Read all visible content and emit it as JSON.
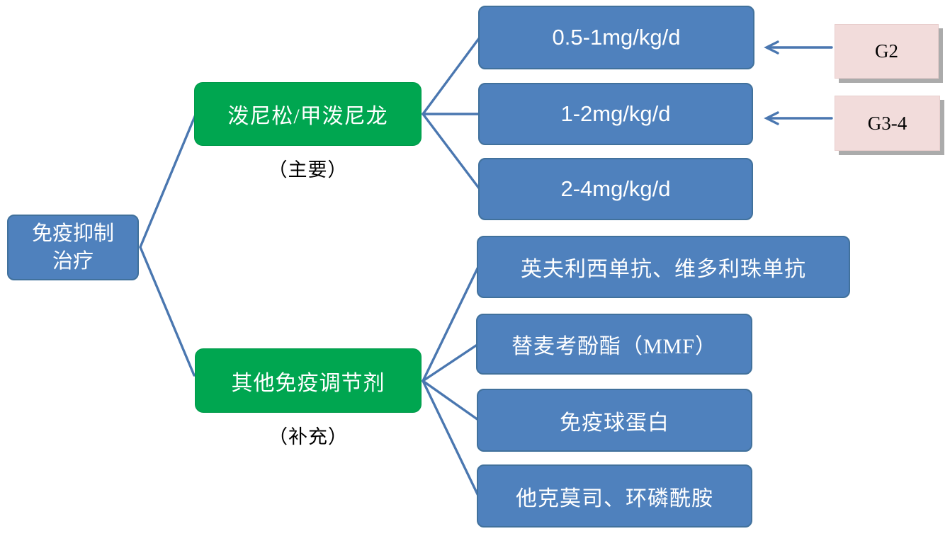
{
  "palette": {
    "box_blue": "#4f81bd",
    "box_blue_border": "#41719c",
    "box_green": "#00a650",
    "box_pink": "#f2dcdb",
    "pink_shadow": "#ababab",
    "connector_blue": "#4a77b0",
    "text_on_fill": "#ffffff",
    "text_plain": "#000000"
  },
  "root": {
    "line1": "免疫抑制",
    "line2": "治疗"
  },
  "branches": [
    {
      "label": "泼尼松/甲泼尼龙",
      "note": "（主要）",
      "doses": [
        "0.5-1mg/kg/d",
        "1-2mg/kg/d",
        "2-4mg/kg/d"
      ]
    },
    {
      "label": "其他免疫调节剂",
      "note": "（补充）",
      "agents": [
        "英夫利西单抗、维多利珠单抗",
        "替麦考酚酯（MMF）",
        "免疫球蛋白",
        "他克莫司、环磷酰胺"
      ]
    }
  ],
  "grade_tags": [
    {
      "text": "G2",
      "points_to": "0.5-1mg/kg/d"
    },
    {
      "text": "G3-4",
      "points_to": "1-2mg/kg/d"
    }
  ]
}
